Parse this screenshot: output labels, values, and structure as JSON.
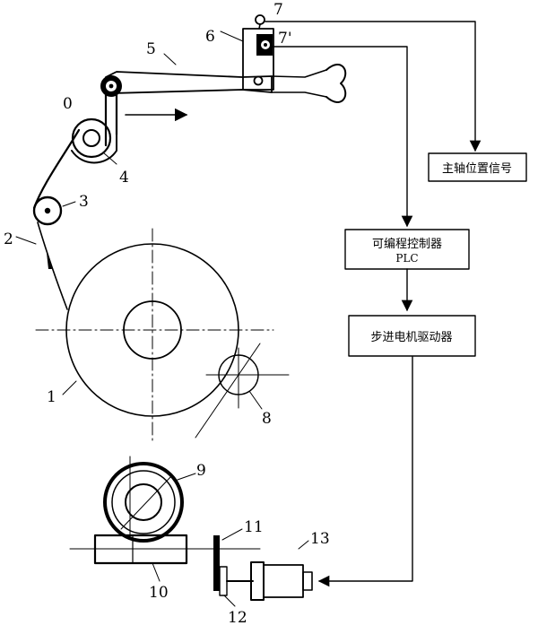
{
  "labels": {
    "l0": "0",
    "l1": "1",
    "l2": "2",
    "l3": "3",
    "l4": "4",
    "l5": "5",
    "l6": "6",
    "l7": "7",
    "l7p": "7'",
    "l8": "8",
    "l9": "9",
    "l10": "10",
    "l11": "11",
    "l12": "12",
    "l13": "13"
  },
  "boxes": {
    "spindle_signal": "主轴位置信号",
    "plc_line1": "可编程控制器",
    "plc_line2": "PLC",
    "stepper_driver": "步进电机驱动器"
  }
}
